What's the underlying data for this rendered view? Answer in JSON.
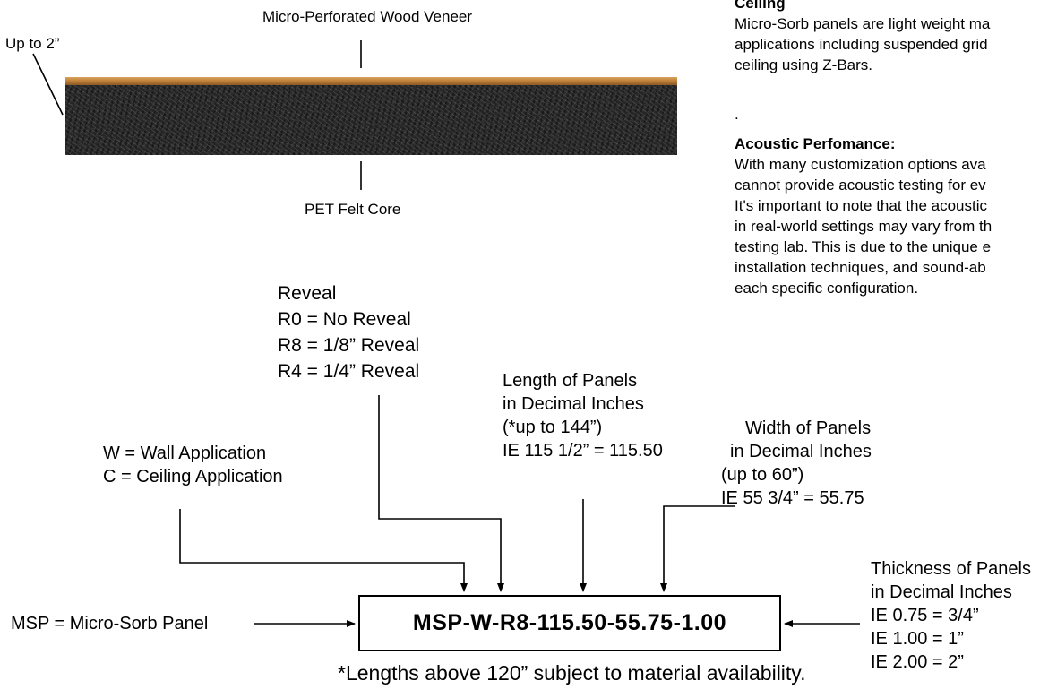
{
  "panel": {
    "veneer_label": "Micro-Perforated Wood Veneer",
    "thickness_label": "Up to 2”",
    "core_label": "PET Felt Core"
  },
  "info": {
    "ceiling_heading": "Ceiling",
    "ceiling_lines": [
      "Micro-Sorb panels are light weight ma",
      "applications including suspended grid",
      "ceiling using Z-Bars."
    ],
    "separator": ".",
    "acoustic_heading": "Acoustic Perfomance:",
    "acoustic_lines": [
      "With many customization options ava",
      "cannot provide acoustic testing for ev",
      "It's important to note that the acoustic",
      "in real-world settings may vary from th",
      "testing lab. This is due to the unique e",
      "installation techniques, and sound-ab",
      "each specific configuration."
    ]
  },
  "code": {
    "part_number": "MSP-W-R8-115.50-55.75-1.00",
    "msp": "MSP = Micro-Sorb Panel",
    "application": [
      "W = Wall Application",
      "C = Ceiling Application"
    ],
    "reveal": [
      "Reveal",
      "R0 = No Reveal",
      "R8 = 1/8” Reveal",
      "R4 = 1/4” Reveal"
    ],
    "length": [
      "Length of Panels",
      "in Decimal Inches",
      "(*up to 144”)",
      "IE 115 1/2” = 115.50"
    ],
    "width": [
      "Width of Panels",
      " in Decimal Inches",
      "(up to 60”)",
      "IE 55 3/4” = 55.75"
    ],
    "thickness": [
      "Thickness of Panels",
      "in Decimal Inches",
      "IE 0.75 = 3/4”",
      "IE 1.00 = 1”",
      "IE 2.00 = 2”"
    ],
    "footnote": "*Lengths above 120” subject to material availability."
  }
}
